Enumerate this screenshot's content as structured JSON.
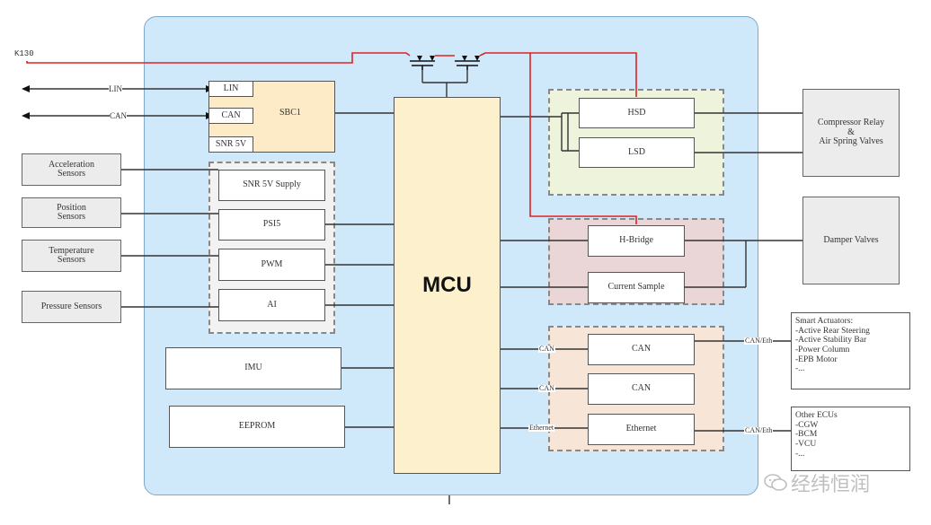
{
  "k130": "K130",
  "lin_ext": "LIN",
  "can_ext": "CAN",
  "sbc": {
    "title": "SBC1",
    "lin": "LIN",
    "can": "CAN",
    "snr": "SNR 5V"
  },
  "sensors": {
    "accel": "Acceleration\nSensors",
    "position": "Position\nSensors",
    "temperature": "Temperature\nSensors",
    "pressure": "Pressure Sensors"
  },
  "inputs": {
    "snr_supply": "SNR 5V Supply",
    "psi5": "PSI5",
    "pwm": "PWM",
    "ai": "AI"
  },
  "imu": "IMU",
  "eeprom": "EEPROM",
  "mcu": "MCU",
  "drivers": {
    "hsd": "HSD",
    "lsd": "LSD",
    "hbridge": "H-Bridge",
    "current_sample": "Current Sample"
  },
  "comms": {
    "can1": "CAN",
    "can2": "CAN",
    "ethernet": "Ethernet"
  },
  "wire_labels": {
    "can1": "CAN",
    "can2": "CAN",
    "eth": "Ethernet",
    "can_eth1": "CAN/Eth",
    "can_eth2": "CAN/Eth"
  },
  "loads": {
    "compressor": "Compressor Relay\n&\nAir Spring Valves",
    "damper": "Damper Valves"
  },
  "smart_actuators": "Smart Actuators:\n-Active Rear Steering\n-Active Stability Bar\n-Power Column\n-EPB Motor\n-...",
  "other_ecus": "Other ECUs\n-CGW\n-BCM\n-VCU\n-...",
  "watermark": "经纬恒润"
}
